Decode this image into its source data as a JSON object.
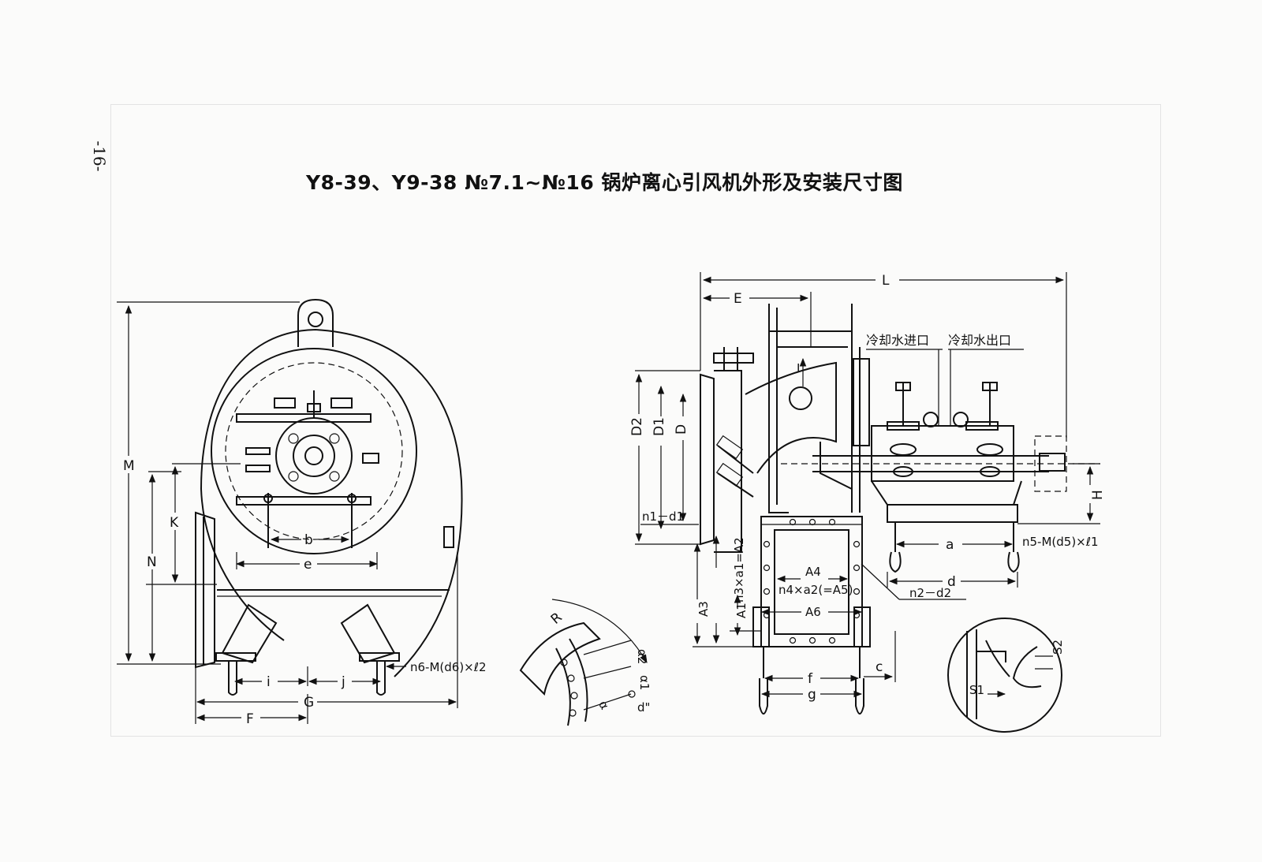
{
  "page_number": "-16-",
  "title": "Y8-39、Y9-38 №7.1~№16 锅炉离心引风机外形及安装尺寸图",
  "labels": {
    "M": "M",
    "K": "K",
    "N": "N",
    "b": "b",
    "e": "e",
    "i": "i",
    "j": "j",
    "G": "G",
    "F": "F",
    "n6": "n6-M(d6)×ℓ2",
    "R": "R",
    "alpha1": "α1",
    "alpha2": "α2",
    "alpha": "α",
    "d_dprime": "d\"",
    "L": "L",
    "E": "E",
    "D2": "D2",
    "D1": "D1",
    "D": "D",
    "I": "I",
    "cooling_in": "冷却水进口",
    "cooling_out": "冷却水出口",
    "H": "H",
    "n1_d1": "n1－d1",
    "a": "a",
    "n5": "n5-M(d5)×ℓ1",
    "d": "d",
    "A4": "A4",
    "n4": "n4×a2(=A5)",
    "n2_d2": "n2－d2",
    "A3": "A3",
    "n3": "n3×a1=A2",
    "A1": "A1",
    "A6": "A6",
    "f": "f",
    "g": "g",
    "c": "c",
    "S1": "S1",
    "S2": "S2"
  }
}
